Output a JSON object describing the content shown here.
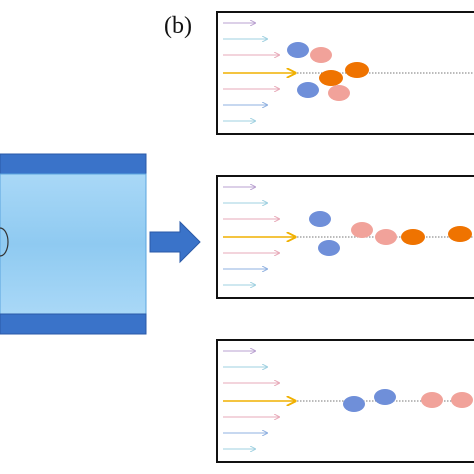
{
  "figure": {
    "panel_label": "(b)",
    "colors": {
      "pipe_fill": "#8ec9f0",
      "pipe_fill_light": "#b7e0fb",
      "pipe_wall": "#3a73c9",
      "pipe_edge": "#2a5aa8",
      "arrow": "#3a73c9",
      "axis_arrow": "#f0b000",
      "flow_blue": "#8fb0e0",
      "flow_pink": "#e7a9b8",
      "flow_purple": "#b9a0d0",
      "flow_teal": "#9fd0e0",
      "particle_blue": "#6f8fd9",
      "particle_pink": "#f1a29a",
      "particle_orange": "#ef7300",
      "dotted_line": "#777777",
      "box_border": "#111111"
    },
    "panels": [
      {
        "name": "top-panel",
        "particles": [
          "blue",
          "pink",
          "orange",
          "orange",
          "blue",
          "pink"
        ]
      },
      {
        "name": "middle-panel",
        "particles": [
          "blue",
          "blue",
          "pink",
          "pink",
          "orange",
          "orange"
        ]
      },
      {
        "name": "bottom-panel",
        "particles": [
          "blue",
          "blue",
          "pink",
          "pink"
        ]
      }
    ]
  }
}
